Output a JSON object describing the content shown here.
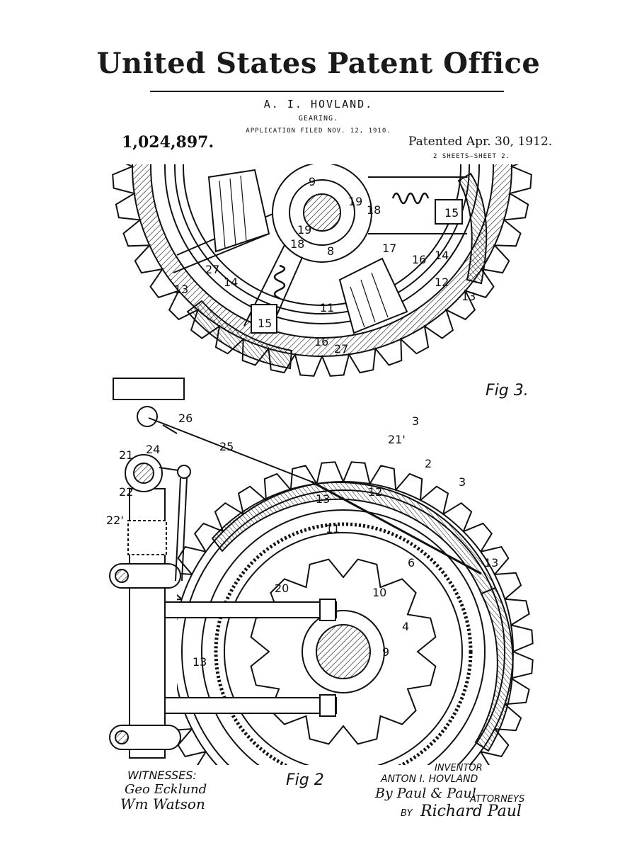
{
  "header": {
    "office_title": "United States Patent Office",
    "inventor_name": "A. I. HOVLAND.",
    "subject": "GEARING.",
    "application_filed": "APPLICATION FILED NOV. 12, 1910.",
    "patent_number": "1,024,897.",
    "patented_date": "Patented Apr. 30, 1912.",
    "sheets": "2 SHEETS—SHEET 2."
  },
  "figures": {
    "fig3_label": "Fig 3.",
    "fig2_label": "Fig 2",
    "fig3_refs": [
      "9",
      "19",
      "18",
      "15",
      "14",
      "16",
      "17",
      "8",
      "18",
      "19",
      "27",
      "14",
      "15",
      "16",
      "11",
      "27",
      "12",
      "13",
      "13",
      "3",
      "21'"
    ],
    "fig2_refs": [
      "26",
      "25",
      "24",
      "21",
      "22",
      "22'",
      "13",
      "12",
      "2",
      "3",
      "11",
      "6",
      "13",
      "20",
      "10",
      "4",
      "9",
      "13"
    ]
  },
  "footer": {
    "witnesses_label": "WITNESSES:",
    "witness_1": "Geo Ecklund",
    "witness_2": "Wm Watson",
    "inventor_label": "INVENTOR",
    "inventor_full_name": "ANTON I. HOVLAND",
    "attorney_signature_1": "By Paul & Paul",
    "attorneys_label": "ATTORNEYS",
    "by_label": "BY",
    "attorney_signature_2": "Richard Paul"
  }
}
